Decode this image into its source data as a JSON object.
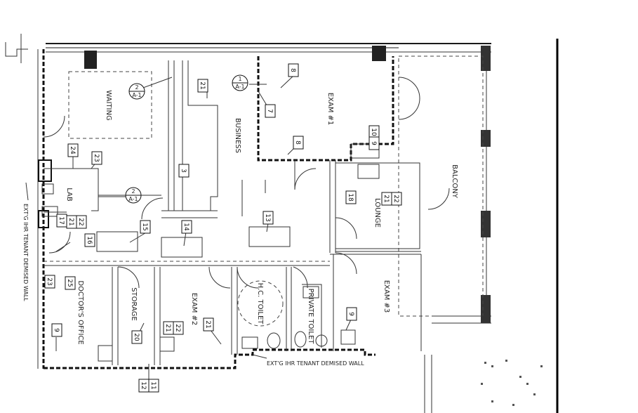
{
  "rooms": {
    "waiting": "WAITING",
    "business": "BUSINESS",
    "exam1": "EXAM #1",
    "balcony": "BALCONY",
    "lounge": "LOUNGE",
    "lab": "LAB",
    "doctors_office": "DOCTOR'S OFFICE",
    "storage": "STORAGE",
    "exam2": "EXAM #2",
    "hc_toilet": "H.C. TOILET",
    "private_toilet": "PRIVATE TOILET",
    "exam3": "EXAM #3"
  },
  "notes": {
    "demised_left": "EXT'G IHR TENANT DEMISED WALL",
    "demised_bottom": "EXT'G IHR TENANT DEMISED WALL"
  },
  "keynotes": {
    "k21_business": "21",
    "k7": "7",
    "k8_top": "8",
    "k8_mid": "8",
    "k10": "10",
    "k9_exam1": "9",
    "k24": "24",
    "k23_waiting": "23",
    "k13_waiting": "3",
    "k18": "18",
    "k22_lounge": "22",
    "k21_lounge": "21",
    "k16": "16",
    "k22_lab": "22",
    "k21_lab": "21",
    "k17": "17",
    "k15": "15",
    "k14": "14",
    "k13": "13",
    "k23_office": "23",
    "k25": "25",
    "k9_office": "9",
    "k20": "20",
    "k21_exam2a": "21",
    "k22_exam2": "22",
    "k21_exam2b": "21",
    "k9_exam3": "9",
    "k12": "12",
    "k11": "11"
  },
  "section_markers": {
    "waiting_top": {
      "num": "2",
      "sheet": "A-1"
    },
    "business": {
      "num": "1",
      "sheet": "A-1"
    },
    "waiting_bottom": {
      "num": "2",
      "sheet": "A-1"
    }
  }
}
